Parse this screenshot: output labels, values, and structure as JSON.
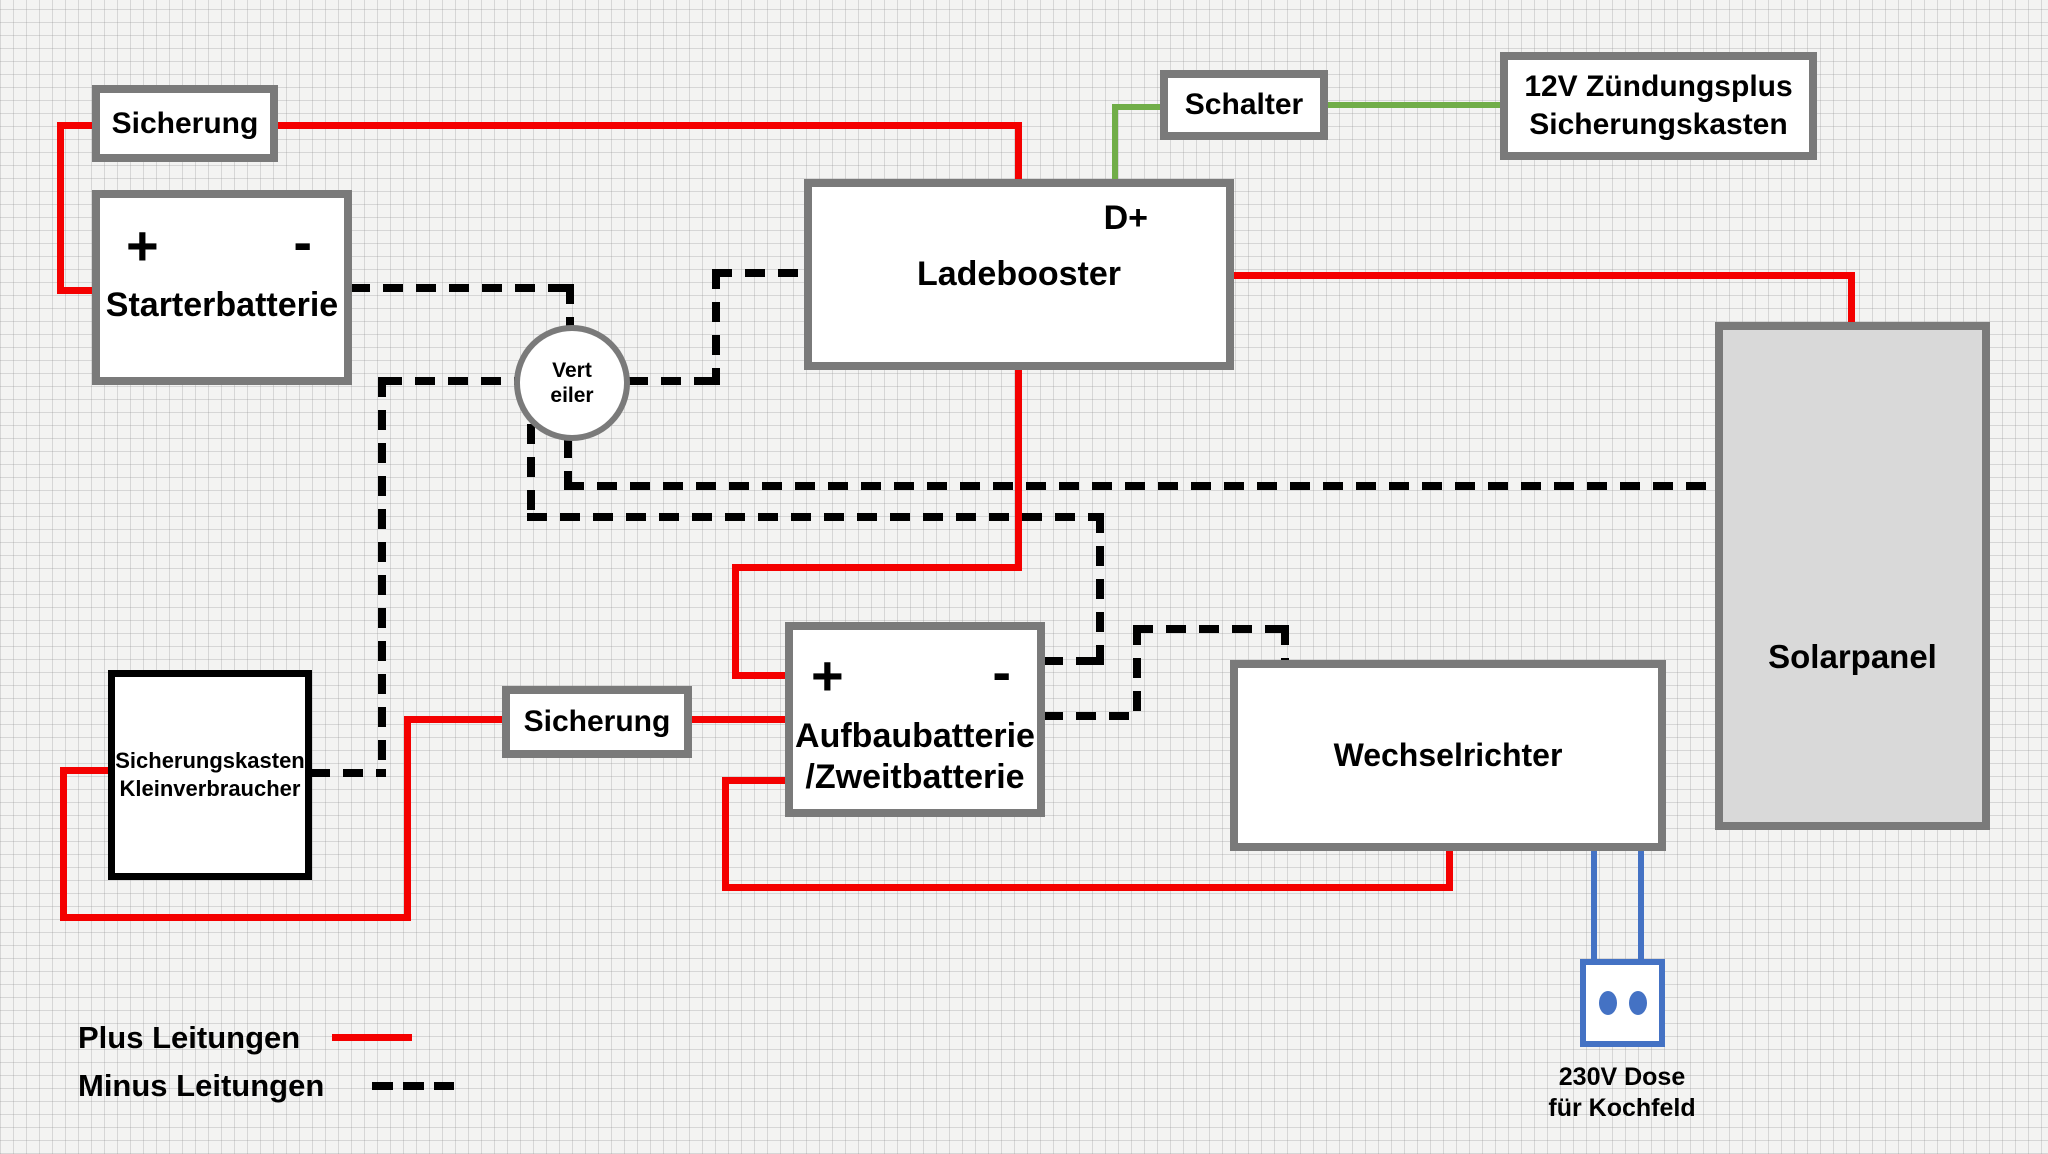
{
  "diagram": {
    "boxes": {
      "fuse_top": {
        "label": "Sicherung"
      },
      "starter_battery": {
        "plus": "+",
        "minus": "-",
        "label": "Starterbatterie"
      },
      "charge_booster": {
        "dplus": "D+",
        "label": "Ladebooster"
      },
      "switch_box": {
        "label": "Schalter"
      },
      "ignition_fuse_box": {
        "line1": "12V Zündungsplus",
        "line2": "Sicherungskasten"
      },
      "solar_panel": {
        "label": "Solarpanel"
      },
      "distributor": {
        "line1": "Vert",
        "line2": "eiler"
      },
      "small_consumer_fuse_box": {
        "line1": "Sicherungskasten",
        "line2": "Kleinverbraucher"
      },
      "fuse_bottom": {
        "label": "Sicherung"
      },
      "house_battery": {
        "plus": "+",
        "minus": "-",
        "line1": "Aufbaubatterie",
        "line2": "/Zweitbatterie"
      },
      "inverter": {
        "label": "Wechselrichter"
      },
      "socket_230v": {
        "caption_line1": "230V Dose",
        "caption_line2": "für Kochfeld"
      }
    },
    "legend": {
      "plus_label": "Plus Leitungen",
      "minus_label": "Minus Leitungen"
    },
    "colors": {
      "plus_wire": "#f40000",
      "minus_wire": "#000000",
      "ignition_wire": "#70ad47",
      "ac_wire": "#4472c4",
      "box_border": "#7a7a7a",
      "solar_fill": "#d9d9d9"
    }
  }
}
